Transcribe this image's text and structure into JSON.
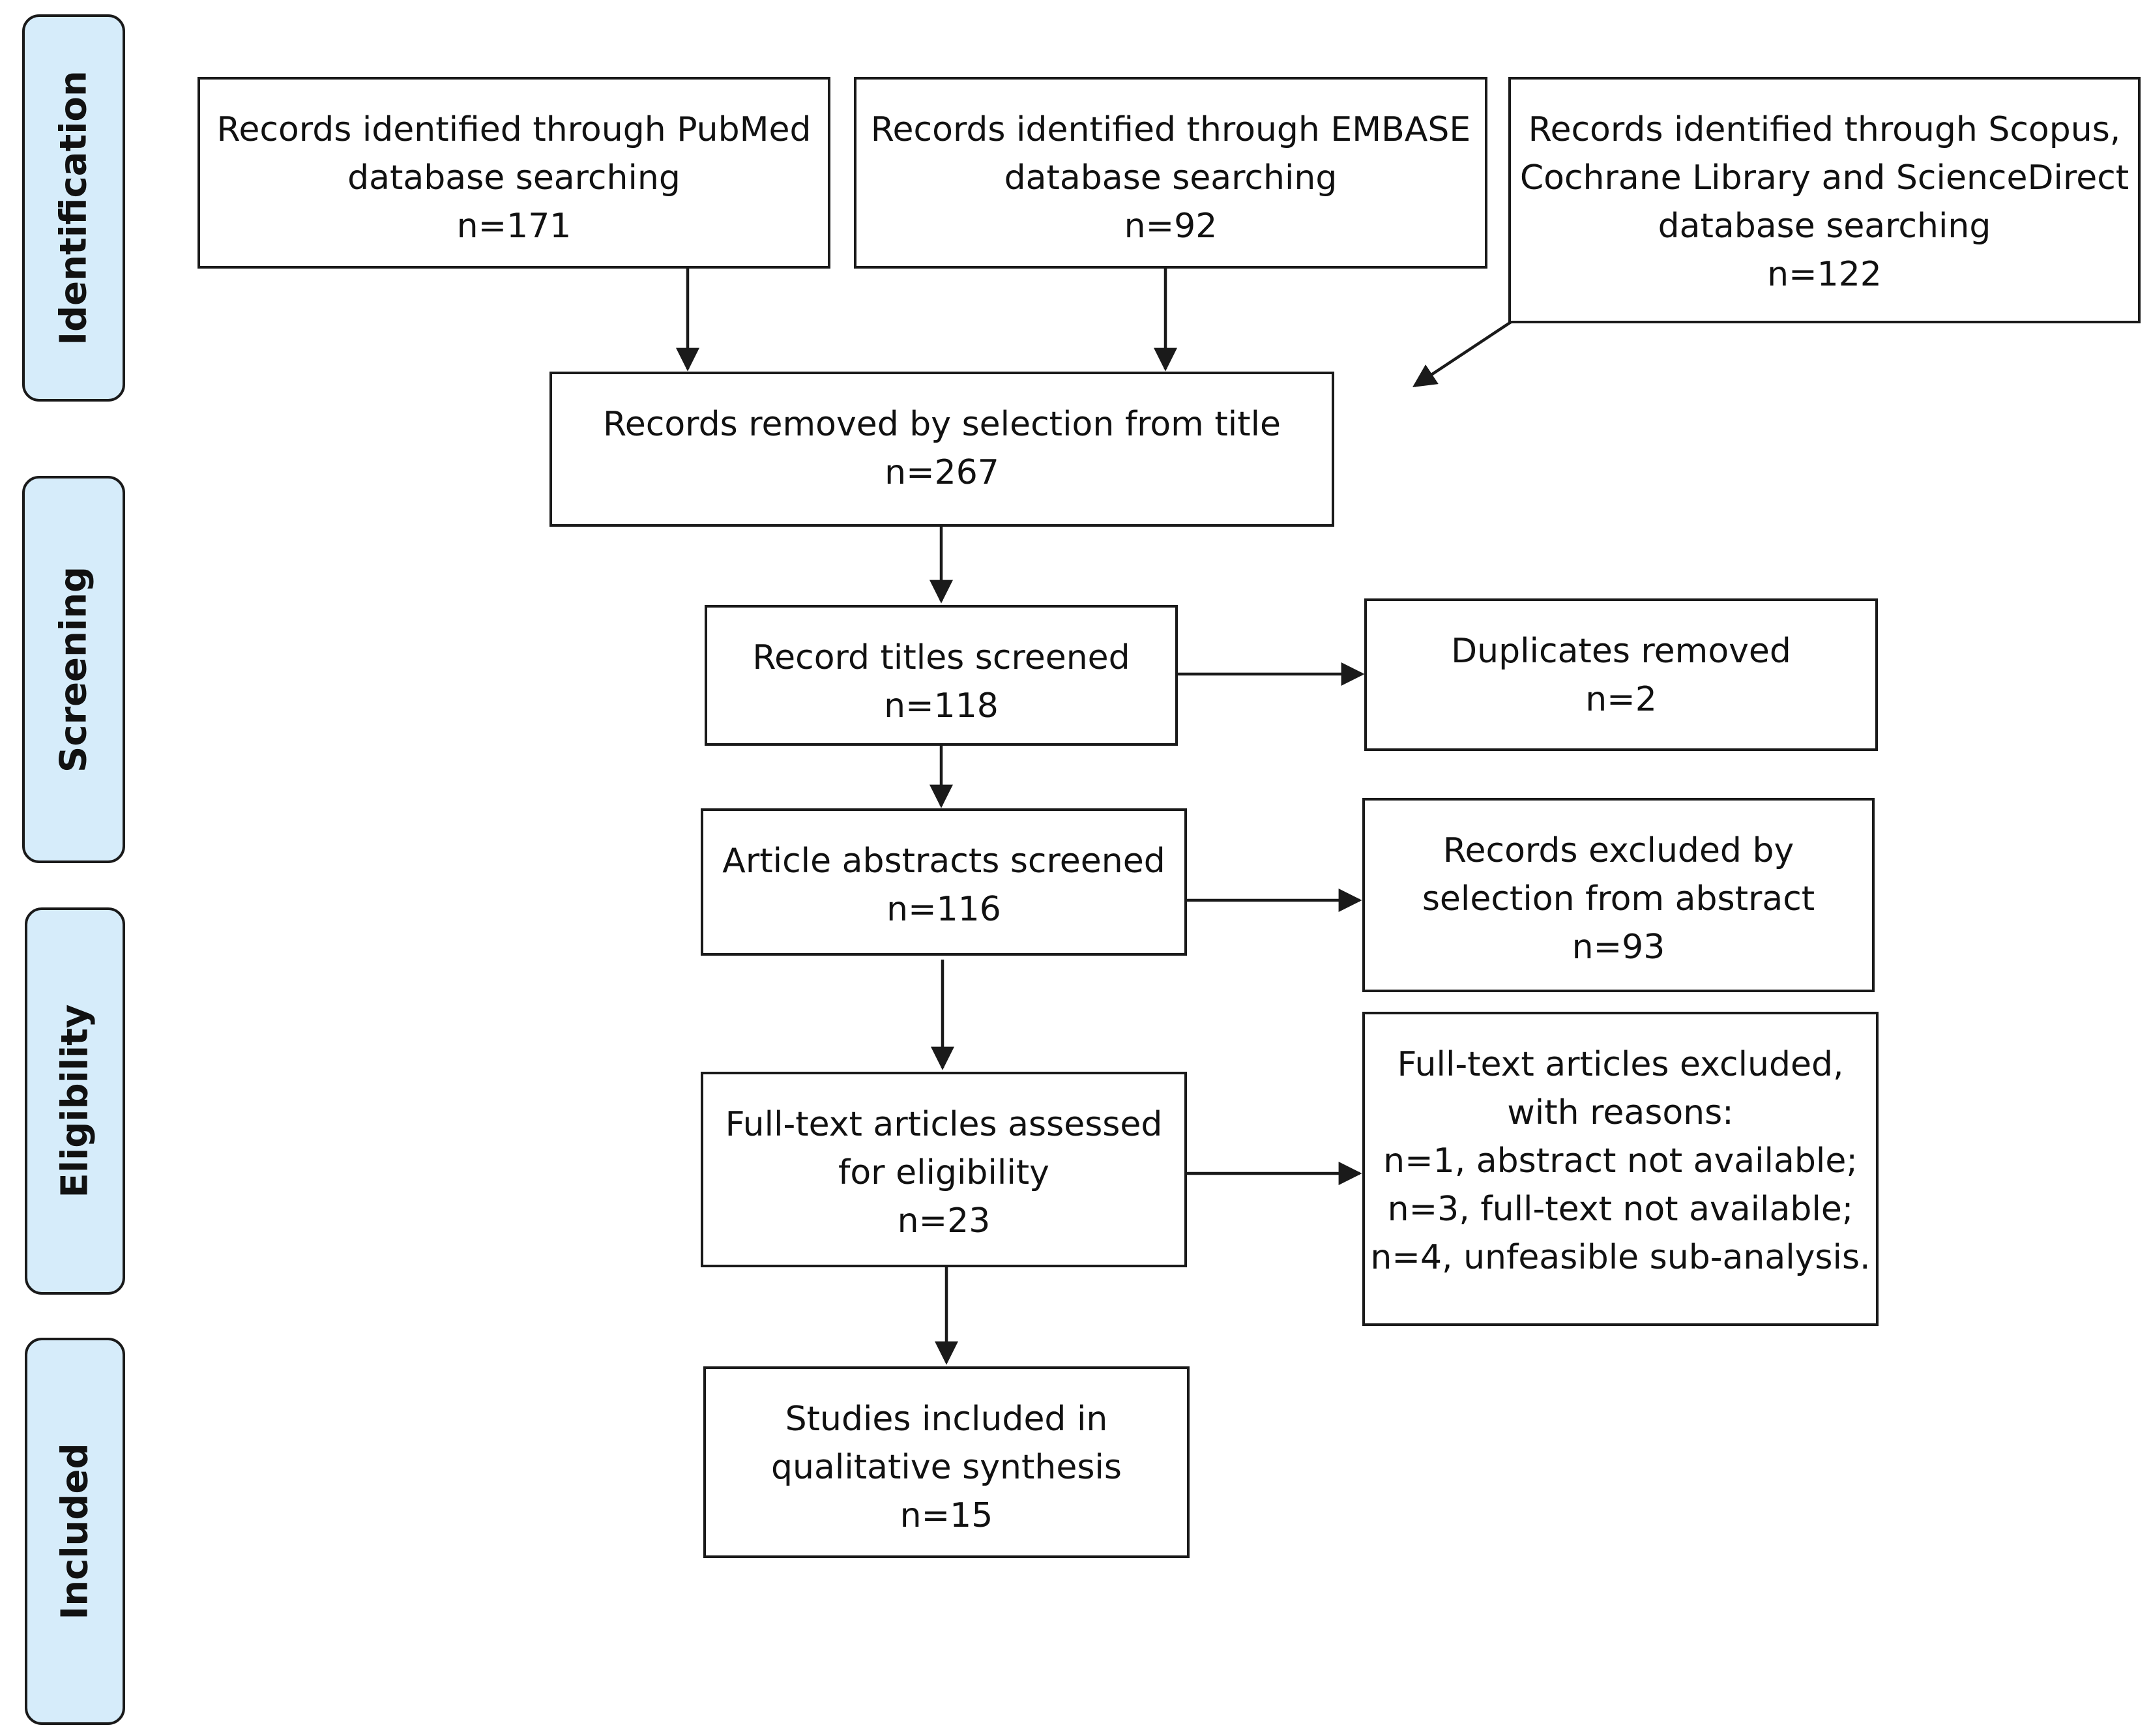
{
  "stages": {
    "identification": "Identification",
    "screening": "Screening",
    "eligibility": "Eligibility",
    "included": "Included"
  },
  "boxes": {
    "pubmed": {
      "lines": [
        "Records identified through PubMed",
        "database searching",
        "n=171"
      ]
    },
    "embase": {
      "lines": [
        "Records identified through EMBASE",
        "database searching",
        "n=92"
      ]
    },
    "scopus": {
      "lines": [
        "Records identified through Scopus,",
        "Cochrane Library and ScienceDirect",
        "database searching",
        "n=122"
      ]
    },
    "title_removed": {
      "lines": [
        "Records removed by selection from title",
        "n=267"
      ]
    },
    "titles_screened": {
      "lines": [
        "Record titles screened",
        "n=118"
      ]
    },
    "duplicates": {
      "lines": [
        "Duplicates removed",
        "n=2"
      ]
    },
    "abstracts_screened": {
      "lines": [
        "Article abstracts screened",
        "n=116"
      ]
    },
    "abstract_excluded": {
      "lines": [
        "Records excluded by",
        "selection from abstract",
        "n=93"
      ]
    },
    "fulltext_assessed": {
      "lines": [
        "Full-text articles assessed",
        "for eligibility",
        "n=23"
      ]
    },
    "fulltext_excluded": {
      "lines": [
        "Full-text articles excluded,",
        "with reasons:",
        "n=1, abstract not available;",
        "n=3, full-text not available;",
        "n=4, unfeasible sub-analysis."
      ]
    },
    "included": {
      "lines": [
        "Studies included in",
        "qualitative synthesis",
        "n=15"
      ]
    }
  }
}
